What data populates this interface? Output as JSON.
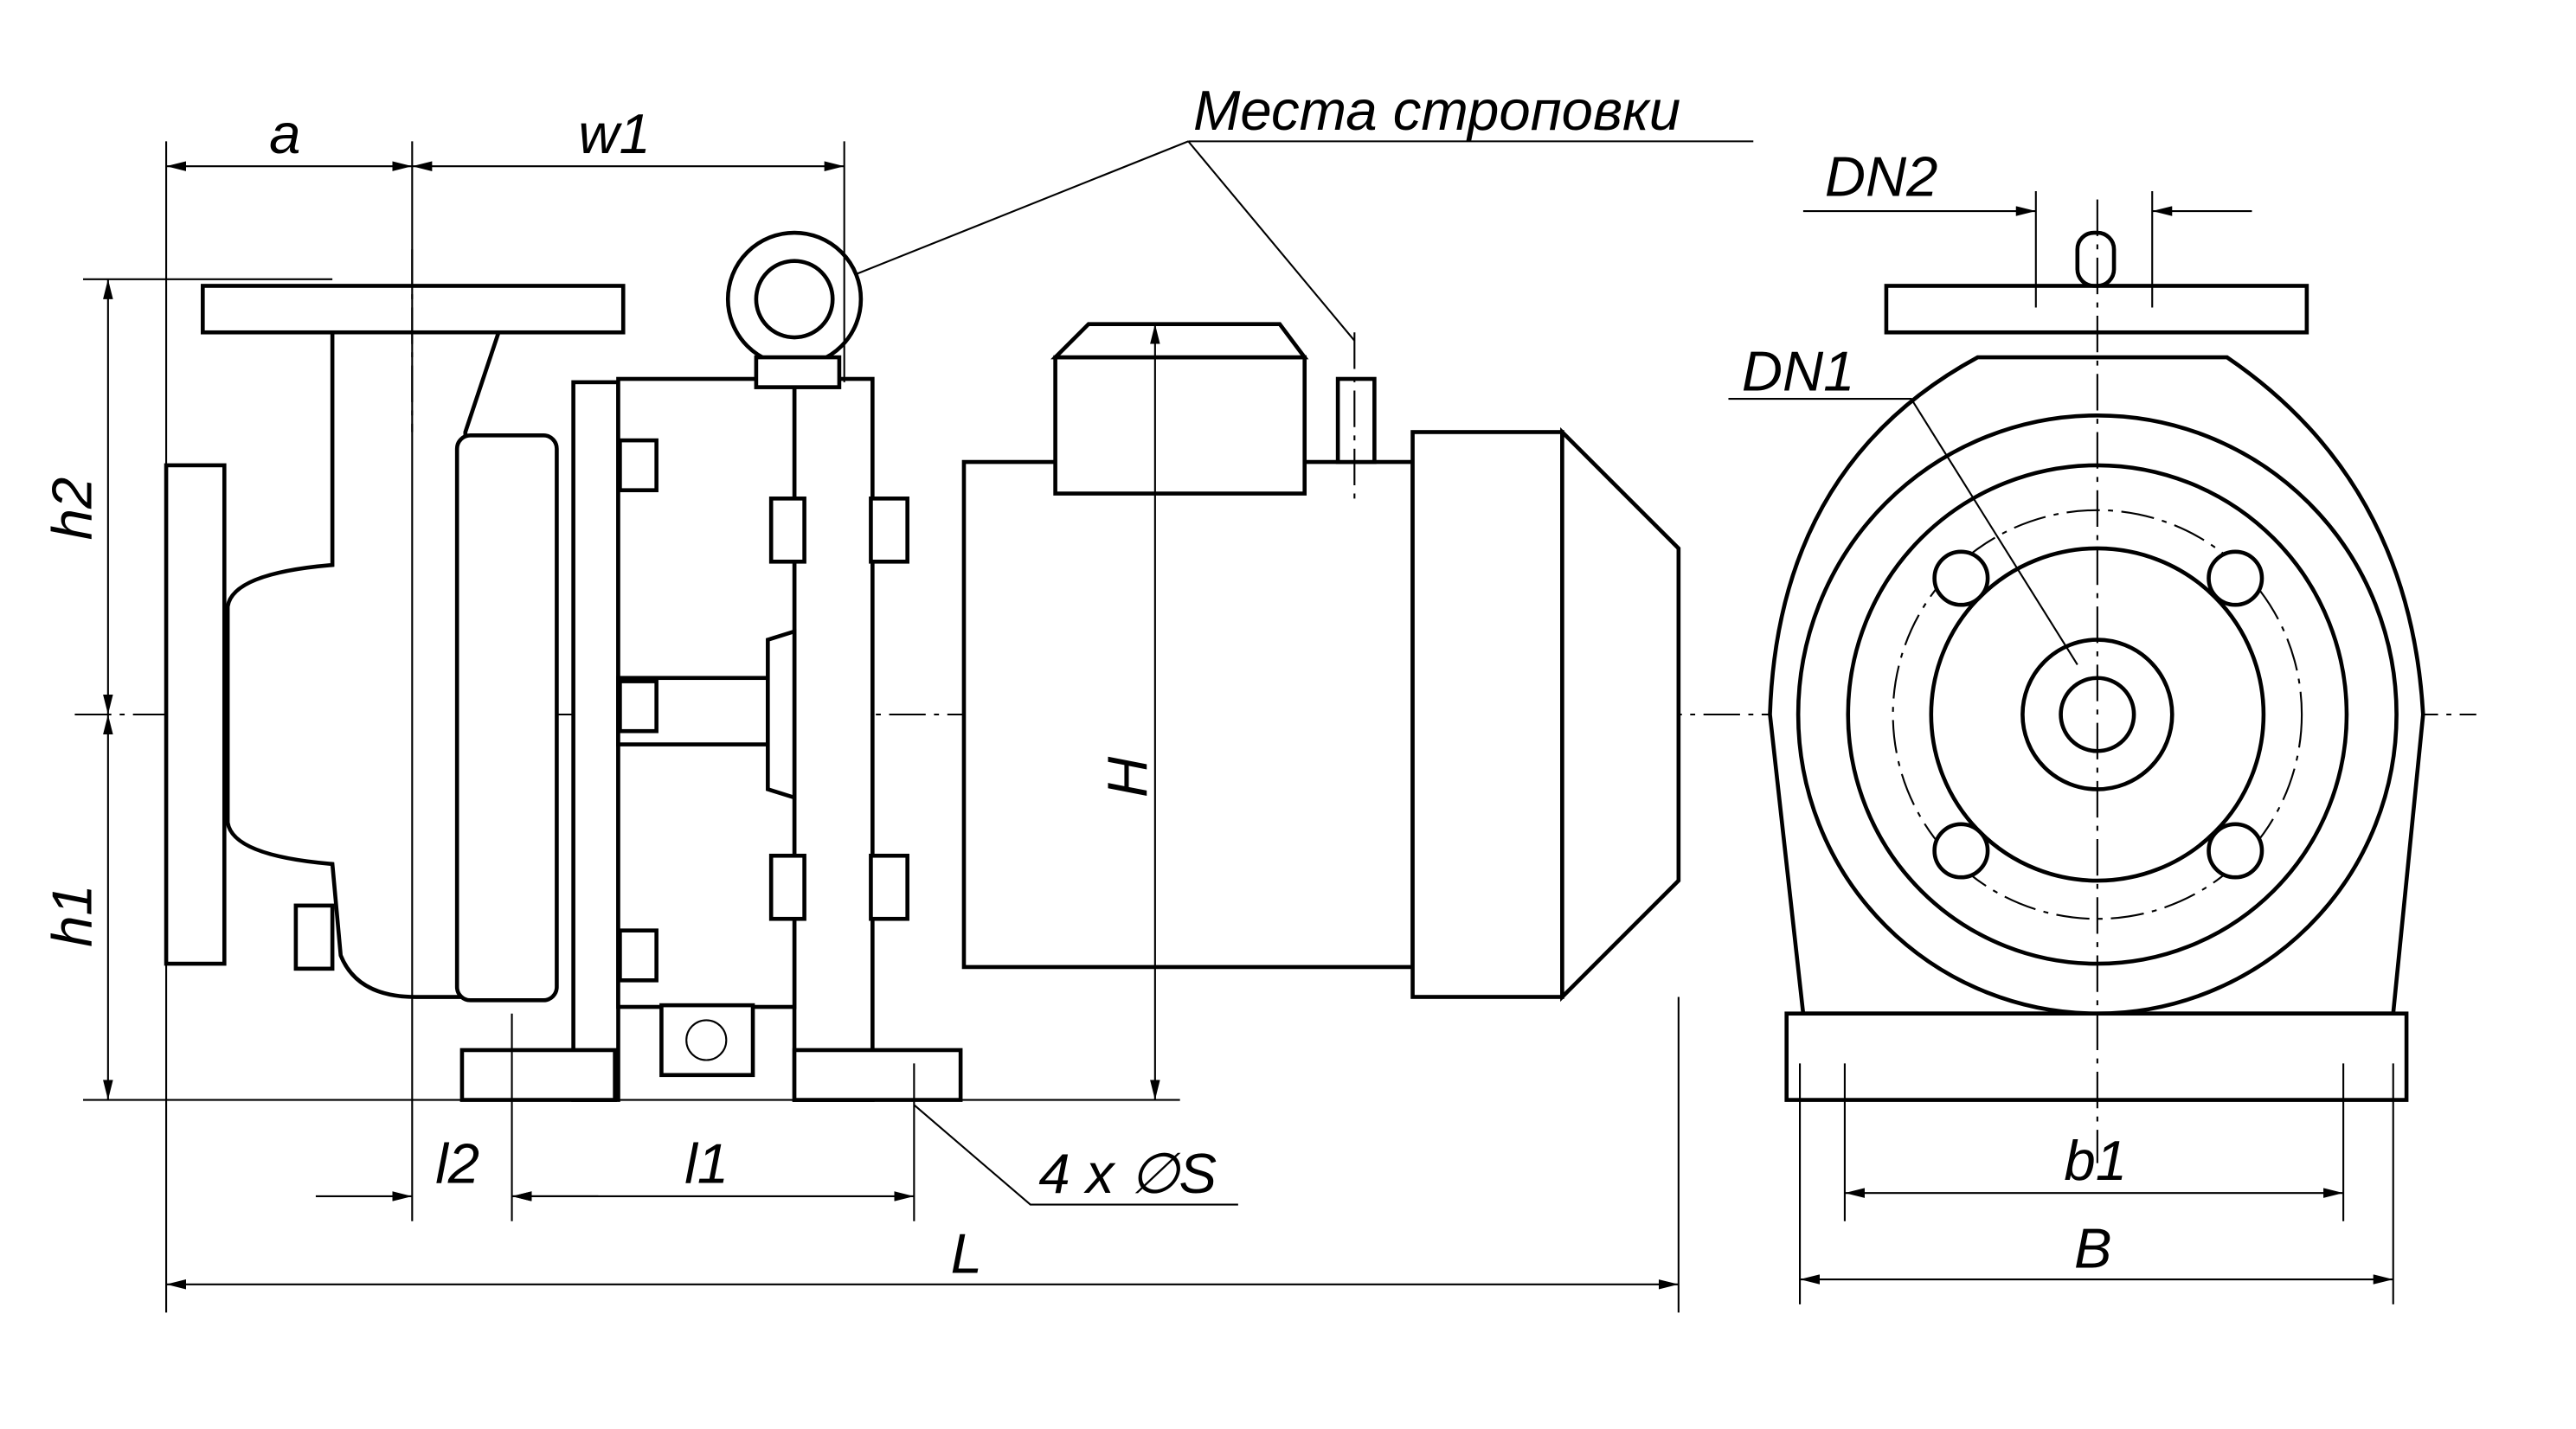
{
  "title": "Места строповки",
  "dimensions": {
    "a": "a",
    "w1": "w1",
    "h2": "h2",
    "h1": "h1",
    "H": "H",
    "l2": "l2",
    "l1": "l1",
    "holes": "4 x ∅S",
    "L": "L",
    "DN2": "DN2",
    "DN1": "DN1",
    "b1": "b1",
    "B": "B"
  },
  "colors": {
    "line": "#000000",
    "background": "#ffffff"
  }
}
